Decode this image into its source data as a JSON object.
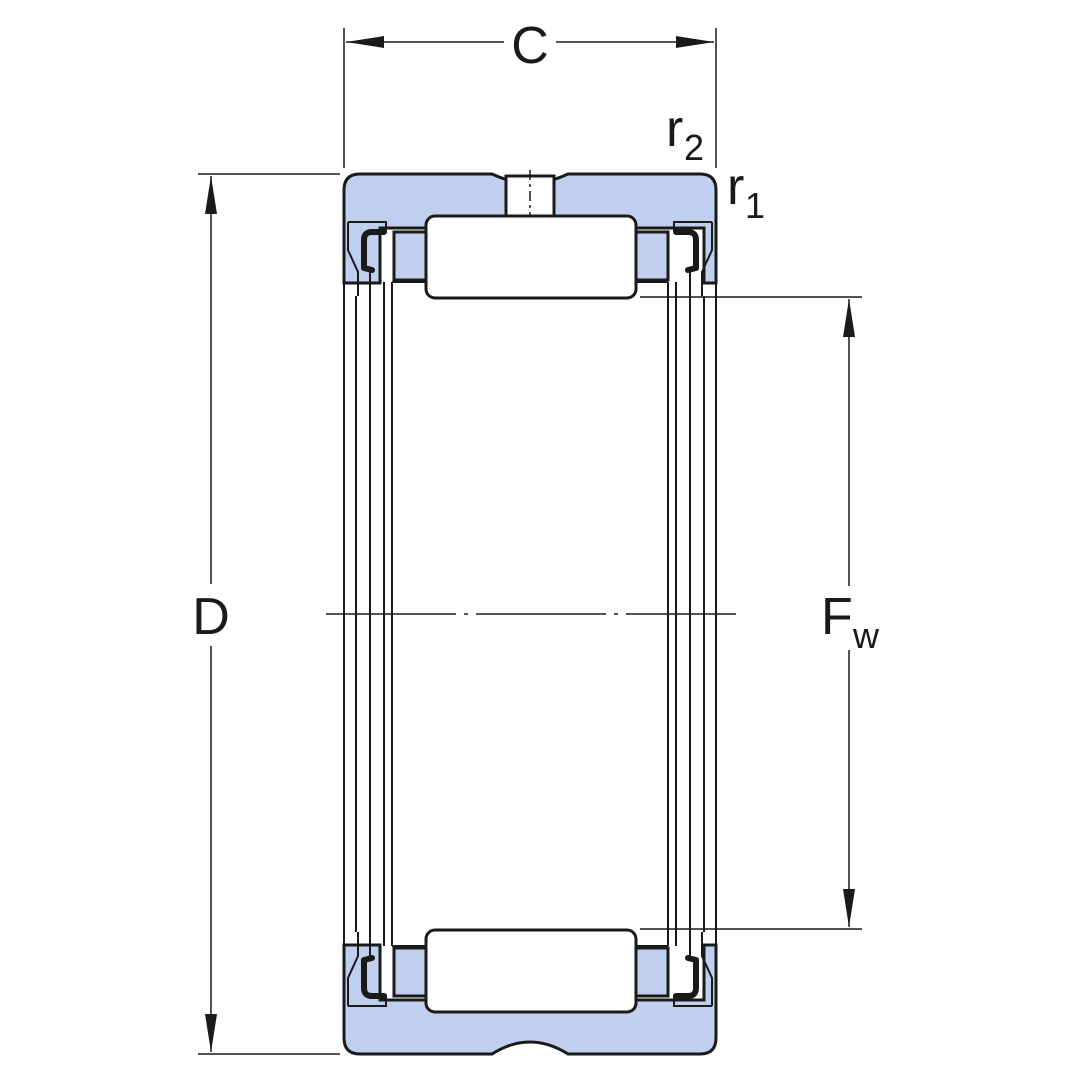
{
  "labels": {
    "width": "C",
    "outer_diameter": "D",
    "raceway_diameter_main": "F",
    "raceway_diameter_sub": "w",
    "radius_1_main": "r",
    "radius_1_sub": "1",
    "radius_2_main": "r",
    "radius_2_sub": "2"
  },
  "colors": {
    "section_fill": "#c0cfee",
    "line": "#1a1a1a"
  }
}
